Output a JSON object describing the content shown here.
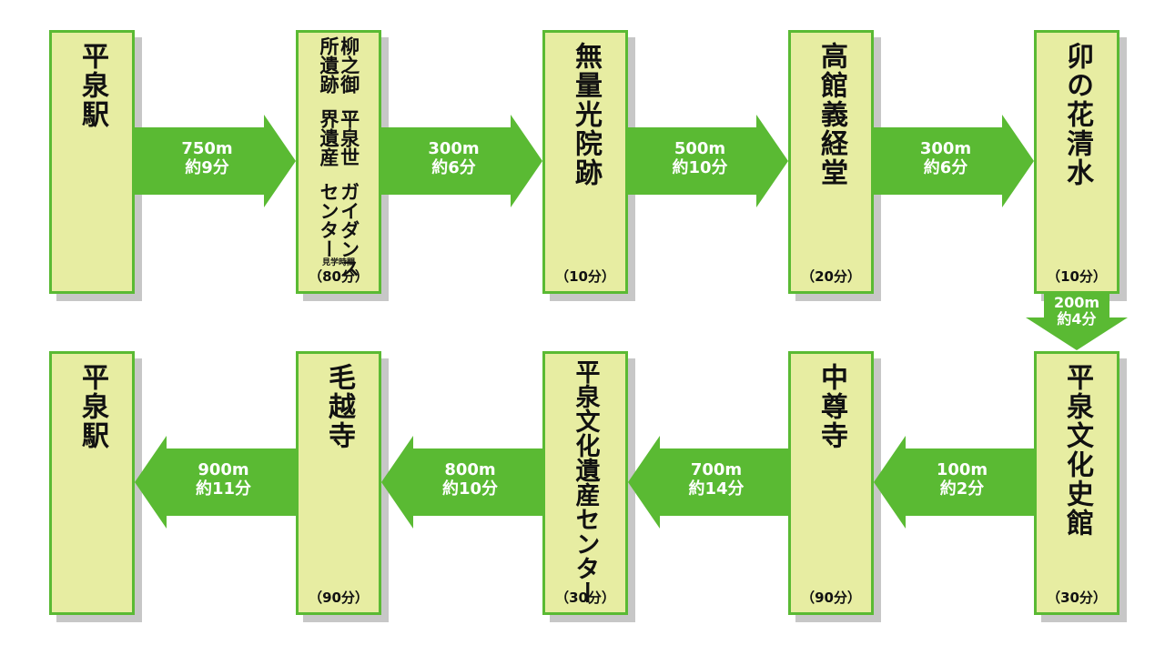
{
  "colors": {
    "fill": "#e7eda2",
    "border": "#5aba33",
    "arrow": "#5aba33",
    "shadow": "#c7c7c7"
  },
  "row1": [
    {
      "name": "平泉駅",
      "duration": ""
    },
    {
      "lines": [
        "柳之御所遺跡",
        "平泉世界遺産",
        "ガイダンスセンター"
      ],
      "sub": "見学時間",
      "duration": "（80分）"
    },
    {
      "name": "無量光院跡",
      "duration": "（10分）"
    },
    {
      "name": "高館義経堂",
      "duration": "（20分）"
    },
    {
      "name": "卯の花清水",
      "duration": "（10分）"
    }
  ],
  "row2": [
    {
      "name": "平泉駅",
      "duration": ""
    },
    {
      "name": "毛越寺",
      "duration": "（90分）"
    },
    {
      "name": "平泉文化遺産センター",
      "duration": "（30分）"
    },
    {
      "name": "中尊寺",
      "duration": "（90分）"
    },
    {
      "name": "平泉文化史館",
      "duration": "（30分）"
    }
  ],
  "arrows_row1": [
    {
      "distance": "750m",
      "time": "約9分"
    },
    {
      "distance": "300m",
      "time": "約6分"
    },
    {
      "distance": "500m",
      "time": "約10分"
    },
    {
      "distance": "300m",
      "time": "約6分"
    }
  ],
  "arrow_down": {
    "distance": "200m",
    "time": "約4分"
  },
  "arrows_row2": [
    {
      "distance": "900m",
      "time": "約11分"
    },
    {
      "distance": "800m",
      "time": "約10分"
    },
    {
      "distance": "700m",
      "time": "約14分"
    },
    {
      "distance": "100m",
      "time": "約2分"
    }
  ]
}
